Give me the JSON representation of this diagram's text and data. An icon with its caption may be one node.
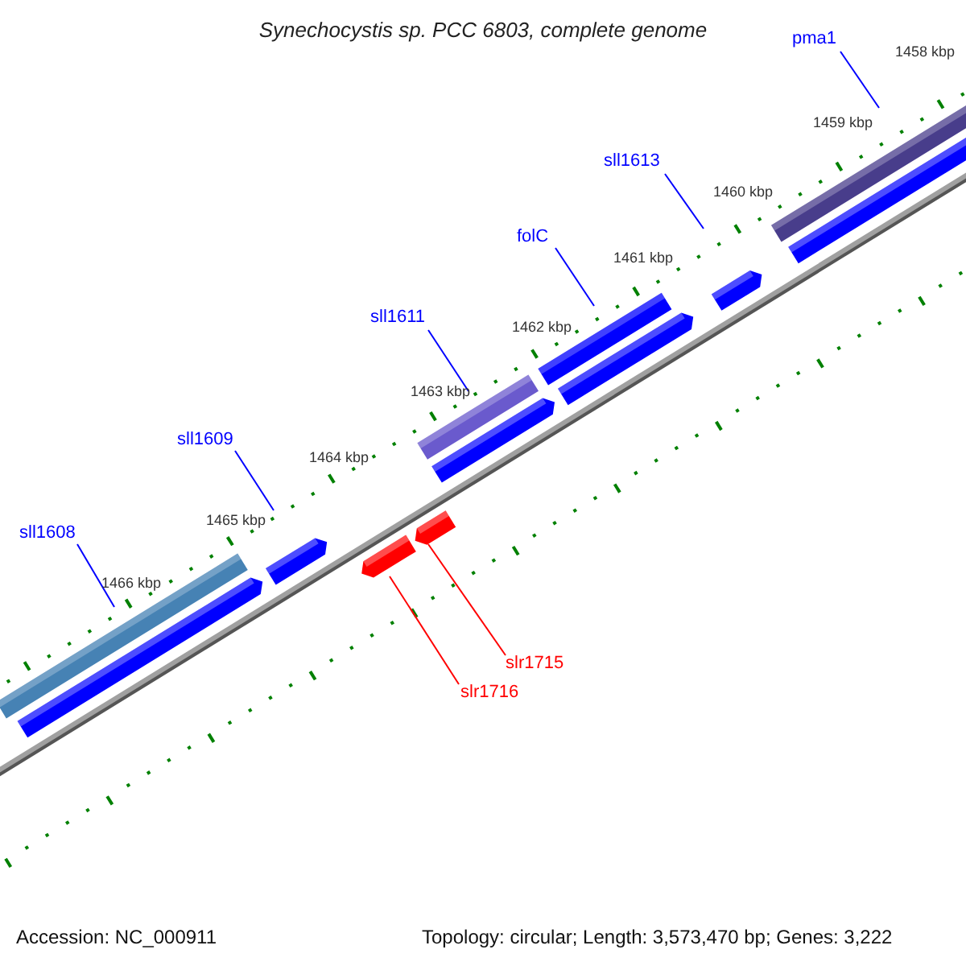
{
  "diagram": {
    "title": "Synechocystis sp. PCC 6803, complete genome",
    "nodes": [
      {
        "text": [
          "pma1"
        ]
      },
      {
        "text": [],
        "shape": "arrow"
      },
      {
        "text": [
          "sll1613"
        ]
      },
      {
        "text": [],
        "shape": "arrow"
      },
      {
        "text": [
          "folC"
        ]
      },
      {
        "text": [],
        "shape": "arrow"
      },
      {
        "text": [
          "sll1611"
        ]
      },
      {
        "text": [],
        "shape": "arrow"
      },
      {
        "text": [
          "sll1609"
        ]
      },
      {
        "text": [],
        "shape": "arrow"
      },
      {
        "text": [
          "sll1608"
        ]
      },
      {
        "text": [],
        "shape": "arrow"
      },
      {
        "text": [
          "slr1715"
        ]
      },
      {
        "text": [],
        "shape": "arrow"
      },
      {
        "text": [
          "slr1716"
        ]
      },
      {
        "text": [],
        "shape": "arrow"
      }
    ],
    "edges": [
      {
        "from": 0,
        "to": 1,
        "arrow": "none"
      },
      {
        "from": 2,
        "to": 3,
        "arrow": "none"
      },
      {
        "from": 4,
        "to": 5,
        "arrow": "none"
      },
      {
        "from": 6,
        "to": 7,
        "arrow": "none"
      },
      {
        "from": 8,
        "to": 9,
        "arrow": "none"
      },
      {
        "from": 10,
        "to": 11,
        "arrow": "none"
      },
      {
        "from": 12,
        "to": 13,
        "arrow": "none",
        "color": "#ff0000"
      },
      {
        "from": 14,
        "to": 15,
        "arrow": "none",
        "color": "#ff0000"
      }
    ],
    "labels": [
      "1458 kbp",
      "1459 kbp",
      "1460 kbp",
      "1461 kbp",
      "1462 kbp",
      "1463 kbp",
      "1464 kbp",
      "1465 kbp",
      "1466 kbp",
      "Accession: NC_000911",
      "Topology: circular; Length: 3,573,470 bp; Genes: 3,222"
    ]
  }
}
